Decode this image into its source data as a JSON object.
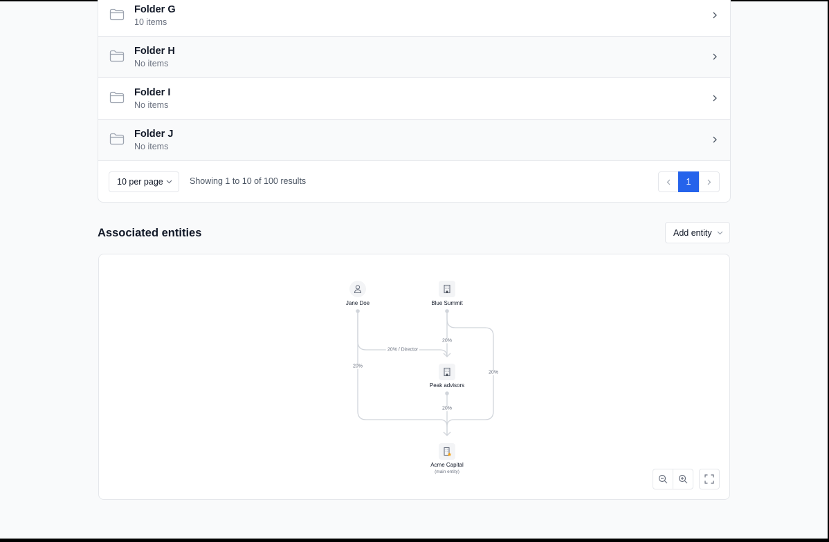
{
  "folders": [
    {
      "name": "Folder G",
      "count": "10 items"
    },
    {
      "name": "Folder H",
      "count": "No items"
    },
    {
      "name": "Folder I",
      "count": "No items"
    },
    {
      "name": "Folder J",
      "count": "No items"
    }
  ],
  "pagination": {
    "per_page": "10 per page",
    "showing": "Showing 1 to 10 of 100 results",
    "current_page": "1"
  },
  "entities": {
    "title": "Associated entities",
    "add_button": "Add entity",
    "nodes": {
      "jane": {
        "name": "Jane Doe",
        "icon": "person-icon"
      },
      "blue": {
        "name": "Blue Summit",
        "icon": "building-icon"
      },
      "peak": {
        "name": "Peak advisors",
        "icon": "building-icon"
      },
      "acme": {
        "name": "Acme Capital",
        "sub": "(main entity)",
        "icon": "building-star-icon"
      }
    },
    "edges": {
      "jane_peak": "20% / Director",
      "blue_peak": "20%",
      "jane_acme": "20%",
      "blue_acme": "20%",
      "peak_acme": "20%"
    }
  },
  "colors": {
    "accent": "#2563eb",
    "star": "#f59e0b"
  }
}
